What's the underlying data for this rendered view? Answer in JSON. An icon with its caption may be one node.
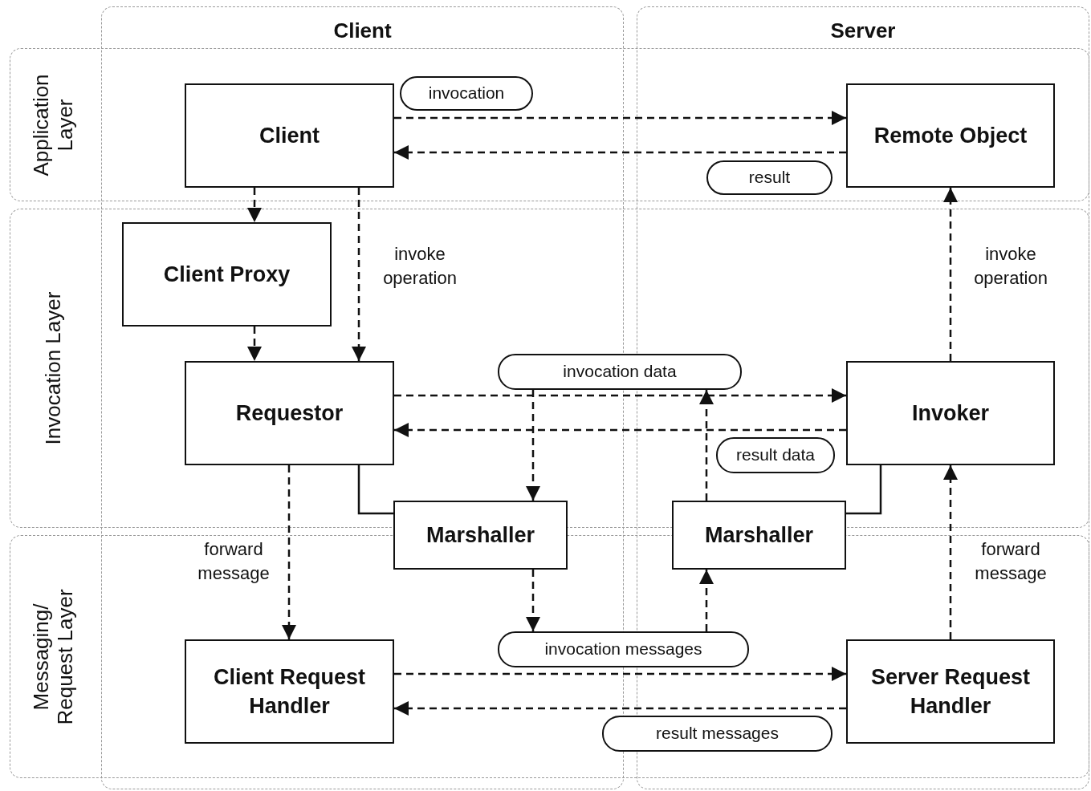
{
  "diagram": {
    "nodes": [
      {
        "text": [
          "Client"
        ]
      },
      {
        "text": [
          "invocation"
        ]
      },
      {
        "text": [
          "Remote Object"
        ]
      },
      {
        "text": [
          "result"
        ]
      },
      {
        "text": [
          "Client Proxy"
        ]
      },
      {
        "text": [
          "Requestor"
        ]
      },
      {
        "text": [
          "invocation data"
        ]
      },
      {
        "text": [
          "Invoker"
        ]
      },
      {
        "text": [
          "result data"
        ]
      },
      {
        "text": [
          "Marshaller"
        ]
      },
      {
        "text": [
          "Marshaller"
        ]
      },
      {
        "text": [
          "Client Request Handler"
        ]
      },
      {
        "text": [
          "invocation messages"
        ]
      },
      {
        "text": [
          "Server Request Handler"
        ]
      },
      {
        "text": [
          "result messages"
        ]
      }
    ],
    "edges": [
      {
        "from": 0,
        "to": 2,
        "arrow": "to",
        "style": "dashed"
      },
      {
        "from": 2,
        "to": 0,
        "arrow": "to",
        "style": "dashed"
      },
      {
        "from": 0,
        "to": 4,
        "arrow": "to",
        "style": "dashed"
      },
      {
        "from": 0,
        "to": 5,
        "arrow": "to",
        "style": "dashed",
        "label": "invoke operation"
      },
      {
        "from": 4,
        "to": 5,
        "arrow": "to",
        "style": "dashed"
      },
      {
        "from": 5,
        "to": 7,
        "arrow": "to",
        "style": "dashed"
      },
      {
        "from": 7,
        "to": 5,
        "arrow": "to",
        "style": "dashed"
      },
      {
        "from": 5,
        "to": 9,
        "arrow": "none"
      },
      {
        "from": 7,
        "to": 10,
        "arrow": "none"
      },
      {
        "from": 6,
        "to": 9,
        "arrow": "to",
        "style": "dashed"
      },
      {
        "from": 10,
        "to": 6,
        "arrow": "to",
        "style": "dashed"
      },
      {
        "from": 9,
        "to": 12,
        "arrow": "to",
        "style": "dashed"
      },
      {
        "from": 12,
        "to": 10,
        "arrow": "to",
        "style": "dashed"
      },
      {
        "from": 5,
        "to": 11,
        "arrow": "to",
        "style": "dashed",
        "label": "forward message"
      },
      {
        "from": 11,
        "to": 13,
        "arrow": "to",
        "style": "dashed"
      },
      {
        "from": 13,
        "to": 11,
        "arrow": "to",
        "style": "dashed"
      },
      {
        "from": 13,
        "to": 7,
        "arrow": "to",
        "style": "dashed",
        "label": "forward message"
      },
      {
        "from": 7,
        "to": 2,
        "arrow": "to",
        "style": "dashed",
        "label": "invoke operation"
      }
    ],
    "labels": [
      "Client",
      "Server",
      "Application Layer",
      "Invocation Layer",
      "Messaging/ Request Layer"
    ]
  }
}
